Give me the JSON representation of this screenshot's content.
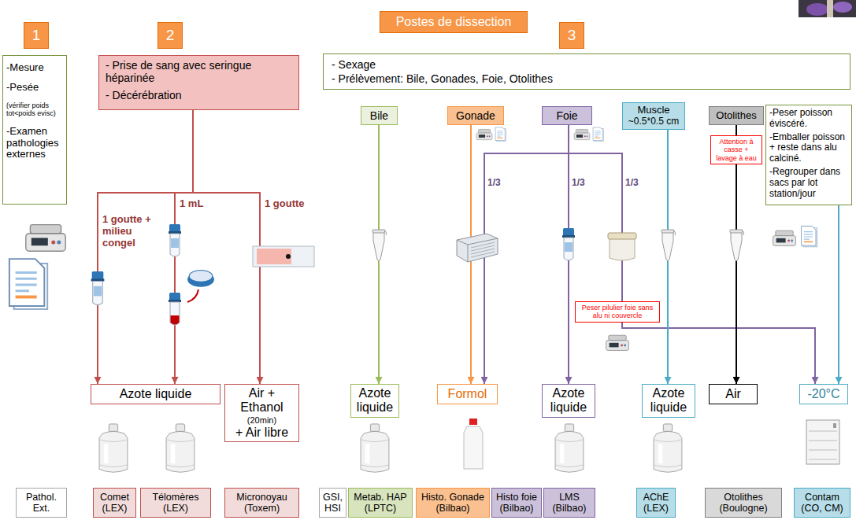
{
  "diagram": {
    "title": "Postes de dissection",
    "nodes": [
      {
        "text": [
          "1"
        ]
      },
      {
        "text": [
          "2"
        ]
      },
      {
        "text": [
          "3"
        ]
      },
      {
        "text": [
          "-Mesure",
          "-Pesée",
          "(vérifier poids tot<poids evisc)",
          "-Examen pathologies externes"
        ]
      },
      {
        "text": [
          "- Prise de sang avec seringue héparinée",
          "- Décérébration"
        ]
      },
      {
        "text": [
          "- Sexage",
          "- Prélèvement: Bile, Gonades, Foie, Otolithes"
        ]
      },
      {
        "text": [
          "Bile"
        ]
      },
      {
        "text": [
          "Gonade"
        ]
      },
      {
        "text": [
          "Foie"
        ]
      },
      {
        "text": [
          "Muscle",
          "~0.5*0.5 cm"
        ]
      },
      {
        "text": [
          "Otolithes"
        ]
      },
      {
        "text": [
          "-Peser poisson éviscéré.",
          "-Emballer poisson + reste dans alu calciné.",
          "-Regrouper dans sacs par lot station/jour"
        ]
      },
      {
        "text": [
          "Attention à casse + lavage à eau"
        ]
      },
      {
        "text": [
          "Peser pilulier foie sans alu ni couvercle"
        ]
      },
      {
        "text": [
          "Azote liquide"
        ]
      },
      {
        "text": [
          "Air + Ethanol",
          "(20min)",
          "+ Air libre"
        ]
      },
      {
        "text": [
          "Azote liquide"
        ]
      },
      {
        "text": [
          "Formol"
        ]
      },
      {
        "text": [
          "Azote liquide"
        ]
      },
      {
        "text": [
          "Azote liquide"
        ]
      },
      {
        "text": [
          "Air"
        ]
      },
      {
        "text": [
          "-20°C"
        ]
      },
      {
        "text": [
          "Pathol. Ext."
        ]
      },
      {
        "text": [
          "Comet (LEX)"
        ]
      },
      {
        "text": [
          "Télomères (LEX)"
        ]
      },
      {
        "text": [
          "Micronoyau (Toxem)"
        ]
      },
      {
        "text": [
          "GSI, HSI"
        ]
      },
      {
        "text": [
          "Metab. HAP (LPTC)"
        ]
      },
      {
        "text": [
          "Histo. Gonade (Bilbao)"
        ]
      },
      {
        "text": [
          "Histo foie (Bilbao)"
        ]
      },
      {
        "text": [
          "LMS (Bilbao)"
        ]
      },
      {
        "text": [
          "AChE (LEX)"
        ]
      },
      {
        "text": [
          "Otolithes (Boulogne)"
        ]
      },
      {
        "text": [
          "Contam (CO, CM)"
        ]
      }
    ],
    "edges": [
      {
        "from": 4,
        "to": 14,
        "label": "1 goutte + milieu congel",
        "arrow": "to"
      },
      {
        "from": 4,
        "to": 14,
        "label": "1 mL",
        "arrow": "to"
      },
      {
        "from": 4,
        "to": 15,
        "label": "1 goutte",
        "arrow": "to"
      },
      {
        "from": 6,
        "to": 16,
        "arrow": "to"
      },
      {
        "from": 7,
        "to": 17,
        "arrow": "to"
      },
      {
        "from": 8,
        "to": 17,
        "label": "1/3",
        "arrow": "to"
      },
      {
        "from": 8,
        "to": 18,
        "label": "1/3",
        "arrow": "to"
      },
      {
        "from": 8,
        "to": 13,
        "label": "1/3",
        "arrow": "none"
      },
      {
        "from": 13,
        "to": 21,
        "arrow": "to"
      },
      {
        "from": 9,
        "to": 19,
        "arrow": "to"
      },
      {
        "from": 10,
        "to": 12,
        "arrow": "none"
      },
      {
        "from": 12,
        "to": 20,
        "arrow": "to"
      },
      {
        "from": 11,
        "to": 21,
        "arrow": "to"
      }
    ]
  }
}
